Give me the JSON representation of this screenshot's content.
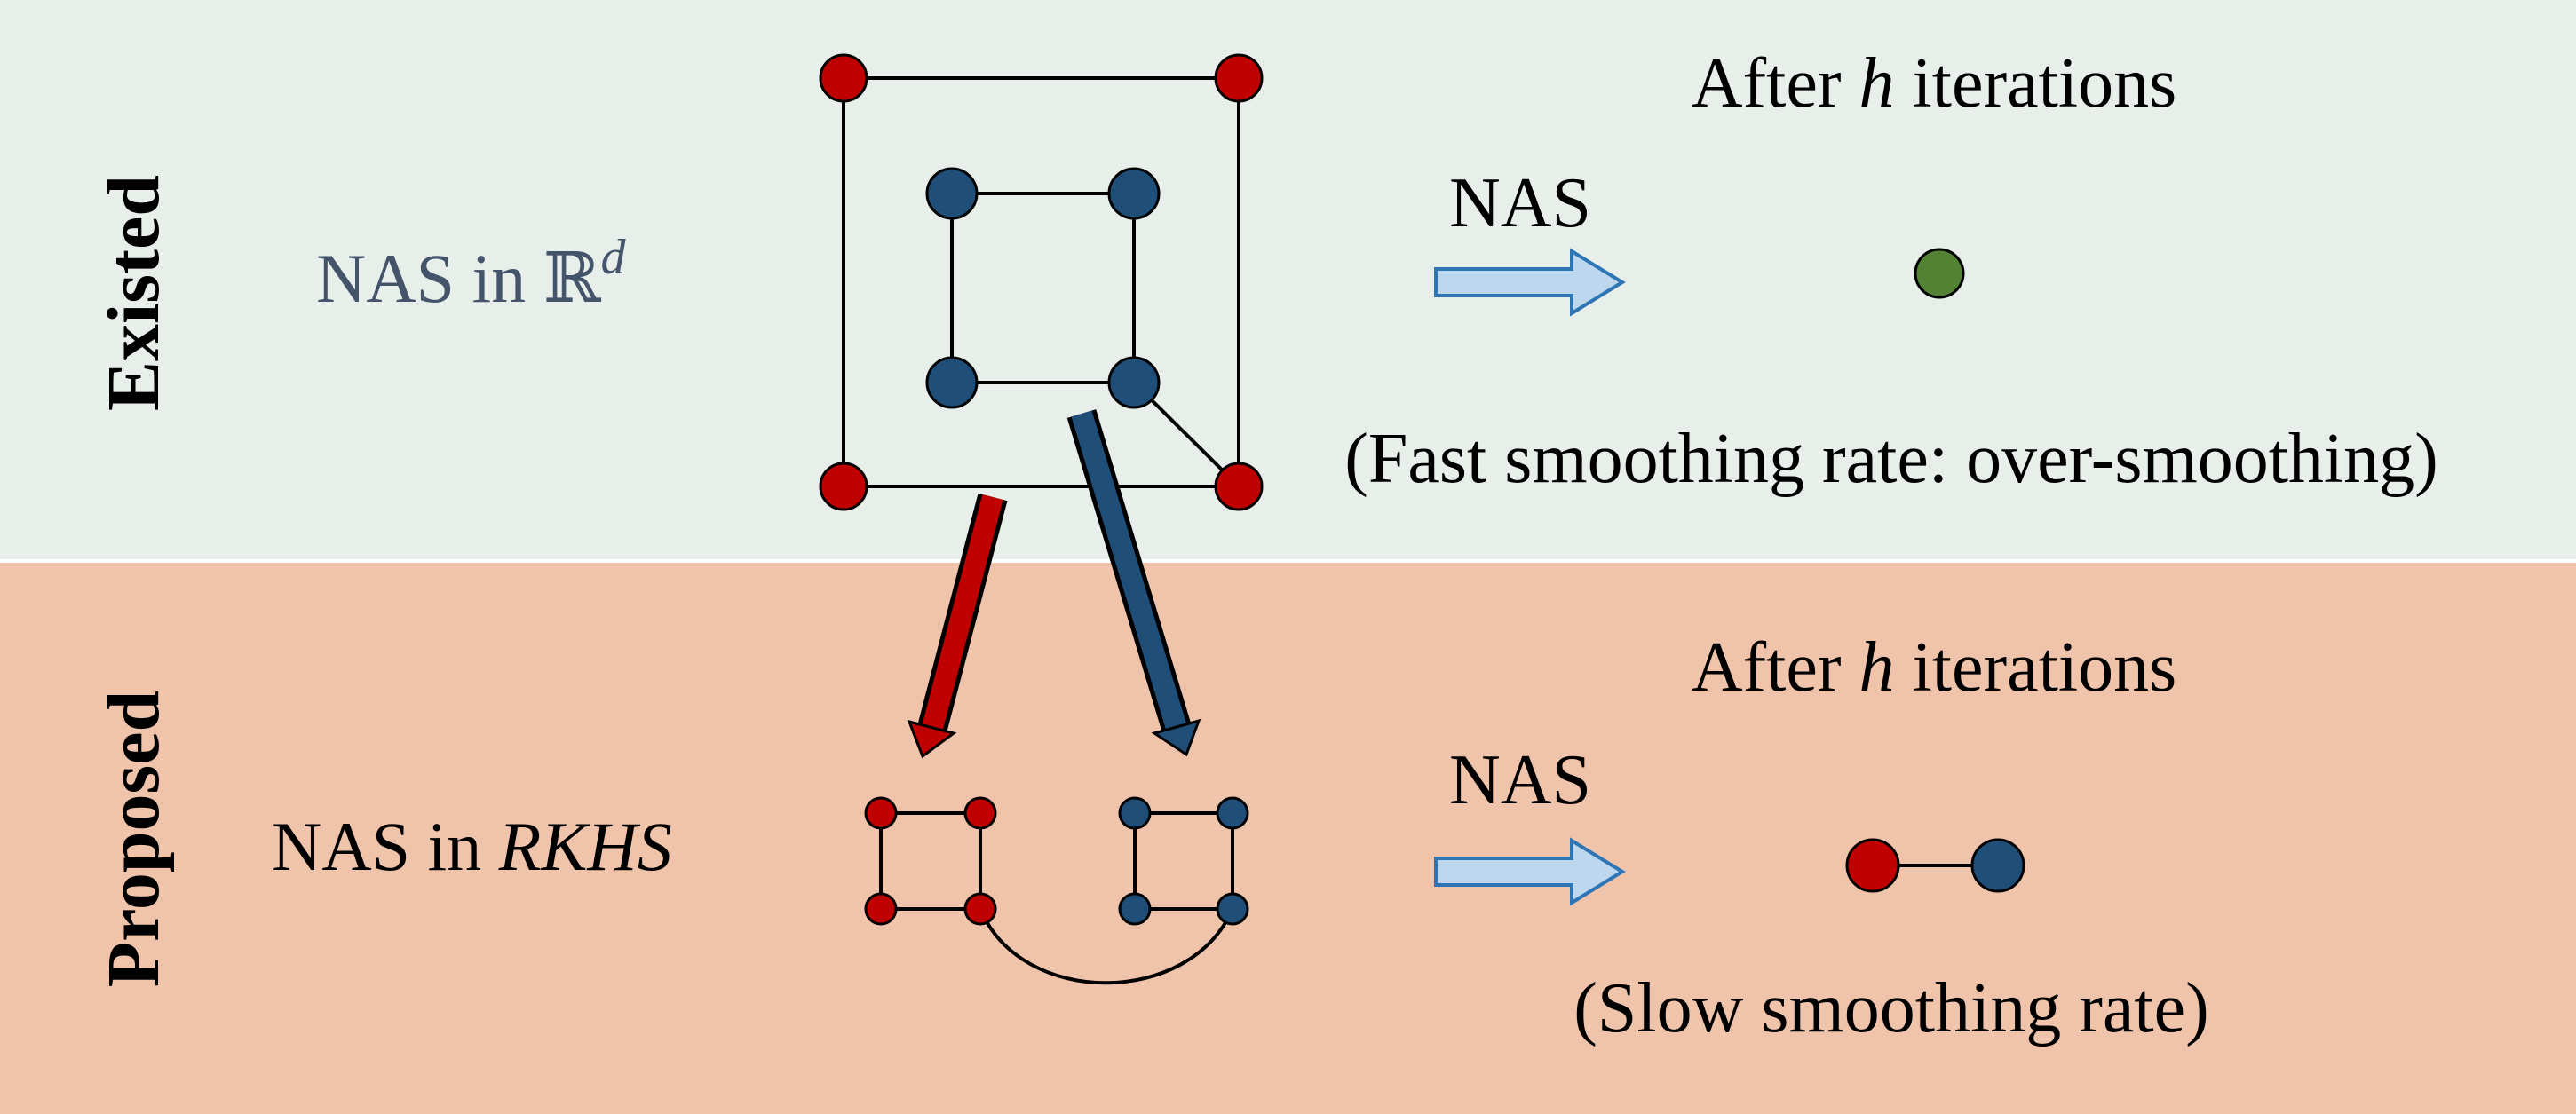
{
  "panels": {
    "existed": {
      "row_label": "Existed",
      "method_prefix": "NAS in ",
      "method_space": "ℝ",
      "method_space_sup": "d",
      "iterations": {
        "before": "After ",
        "var": "h",
        "after": " iterations"
      },
      "arrow_label": "NAS",
      "caption": "(Fast smoothing rate: over-smoothing)"
    },
    "proposed": {
      "row_label": "Proposed",
      "method_prefix": "NAS in ",
      "method_space": "RKHS",
      "iterations": {
        "before": "After ",
        "var": "h",
        "after": " iterations"
      },
      "arrow_label": "NAS",
      "caption": "(Slow smoothing rate)"
    }
  },
  "colors": {
    "existed_bg": "#E8EEE9",
    "proposed_bg": "#F0C3AB",
    "red_node": "#C00000",
    "blue_node": "#1F4E79",
    "green_node": "#548235",
    "arrow_fill": "#BDD7EE",
    "arrow_stroke": "#2E75B6",
    "edge": "#000000",
    "method_text_existed": "#44546A",
    "text": "#000000"
  }
}
